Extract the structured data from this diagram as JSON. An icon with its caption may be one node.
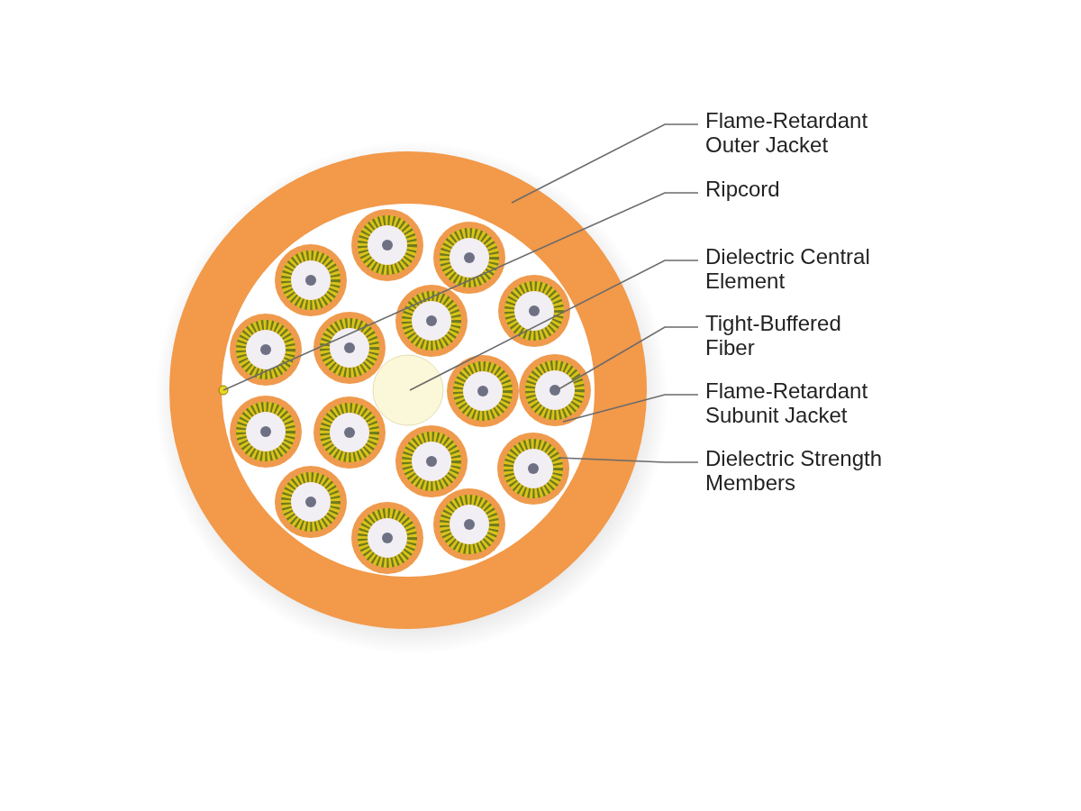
{
  "diagram": {
    "nodes": [
      {
        "text": [
          "Flame-Retardant Outer Jacket"
        ]
      },
      {
        "text": [
          "Ripcord"
        ]
      },
      {
        "text": [
          "Dielectric Central Element"
        ]
      },
      {
        "text": [
          "Tight-Buffered Fiber"
        ]
      },
      {
        "text": [
          "Flame-Retardant Subunit Jacket"
        ]
      },
      {
        "text": [
          "Dielectric Strength Members"
        ]
      },
      {
        "text": [],
        "shape": "circle"
      },
      {
        "text": [],
        "shape": "circle",
        "in": 6
      },
      {
        "text": [],
        "shape": "circle",
        "in": 6
      },
      {
        "text": [],
        "shape": "circle",
        "in": 10
      },
      {
        "text": [],
        "shape": "circle",
        "in": 6
      },
      {
        "text": [],
        "shape": "circle",
        "in": 6
      }
    ],
    "edges": [
      {
        "from": 0,
        "to": 6,
        "arrow": "none"
      },
      {
        "from": 1,
        "to": 7,
        "arrow": "none"
      },
      {
        "from": 2,
        "to": 8,
        "arrow": "none"
      },
      {
        "from": 3,
        "to": 9,
        "arrow": "none"
      },
      {
        "from": 4,
        "to": 10,
        "arrow": "none"
      },
      {
        "from": 5,
        "to": 11,
        "arrow": "none"
      }
    ]
  }
}
